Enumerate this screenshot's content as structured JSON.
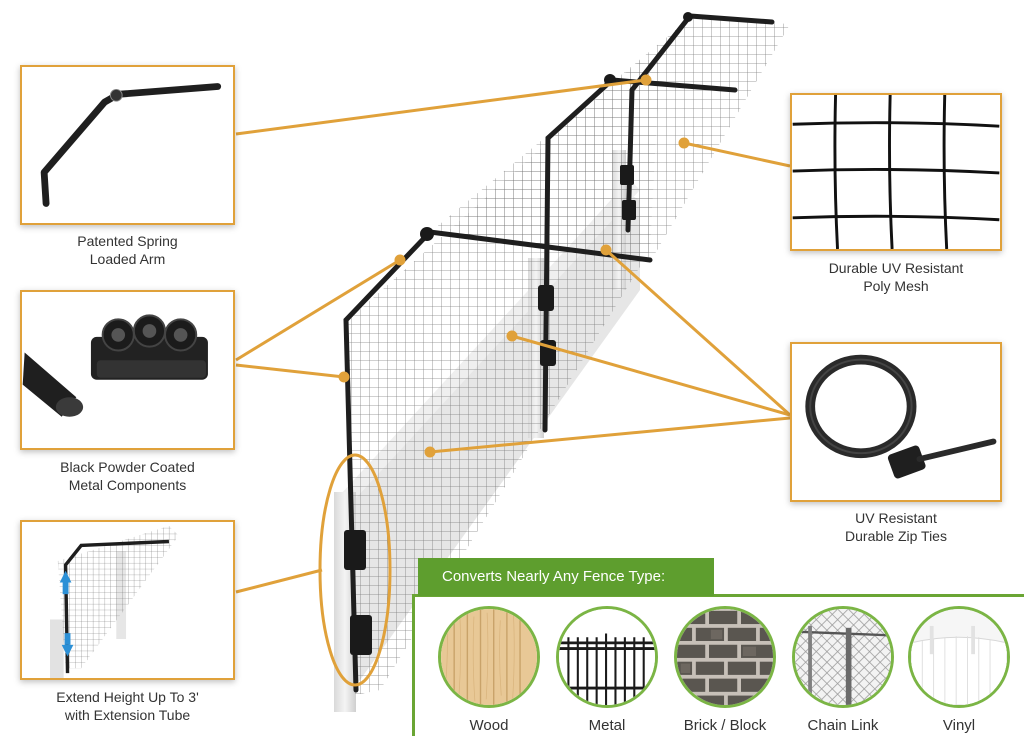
{
  "callouts": [
    {
      "id": "spring-arm",
      "lines": [
        "Patented Spring",
        "Loaded Arm"
      ]
    },
    {
      "id": "powder-coated",
      "lines": [
        "Black Powder Coated",
        "Metal Components"
      ]
    },
    {
      "id": "extension",
      "lines": [
        "Extend Height Up To 3'",
        "with Extension Tube"
      ]
    },
    {
      "id": "poly-mesh",
      "lines": [
        "Durable UV Resistant",
        "Poly Mesh"
      ]
    },
    {
      "id": "zip-ties",
      "lines": [
        "UV Resistant",
        "Durable Zip Ties"
      ]
    }
  ],
  "fence_types": {
    "title": "Converts Nearly Any Fence Type:",
    "items": [
      {
        "label": "Wood"
      },
      {
        "label": "Metal"
      },
      {
        "label": "Brick / Block"
      },
      {
        "label": "Chain Link"
      },
      {
        "label": "Vinyl"
      }
    ]
  },
  "colors": {
    "accent_orange": "#e0a13a",
    "brand_green": "#5e9e2e",
    "ring_green": "#7bb545"
  }
}
